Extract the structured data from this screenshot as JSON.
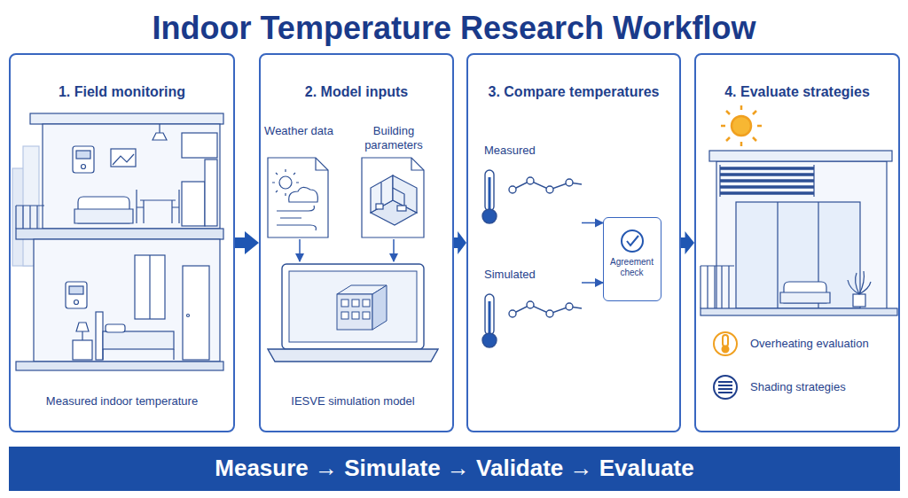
{
  "diagram": {
    "title": "Indoor Temperature Research Workflow",
    "nodes": [
      {
        "text": [
          "1. Field monitoring",
          "Measured indoor temperature"
        ]
      },
      {
        "text": [
          "2. Model inputs"
        ]
      },
      {
        "text": [
          "Weather data"
        ],
        "in": 1
      },
      {
        "text": [
          "Building parameters"
        ],
        "in": 1
      },
      {
        "text": [
          "IESVE simulation model"
        ],
        "in": 1
      },
      {
        "text": [
          "3. Compare temperatures"
        ]
      },
      {
        "text": [
          "Measured"
        ],
        "in": 5
      },
      {
        "text": [
          "Simulated"
        ],
        "in": 5
      },
      {
        "text": [
          "Agreement check"
        ],
        "in": 5
      },
      {
        "text": [
          "4. Evaluate strategies"
        ]
      },
      {
        "text": [
          "Measure → Simulate → Validate → Evaluate"
        ]
      }
    ],
    "edges": [
      {
        "from": 0,
        "to": 1,
        "arrow": "to"
      },
      {
        "from": 1,
        "to": 5,
        "arrow": "to"
      },
      {
        "from": 5,
        "to": 9,
        "arrow": "to"
      },
      {
        "from": 2,
        "to": 4,
        "arrow": "to"
      },
      {
        "from": 3,
        "to": 4,
        "arrow": "to"
      },
      {
        "from": 6,
        "to": 8,
        "arrow": "to"
      },
      {
        "from": 7,
        "to": 8,
        "arrow": "to"
      }
    ],
    "labels": [
      "Overheating evaluation",
      "Shading strategies"
    ]
  }
}
